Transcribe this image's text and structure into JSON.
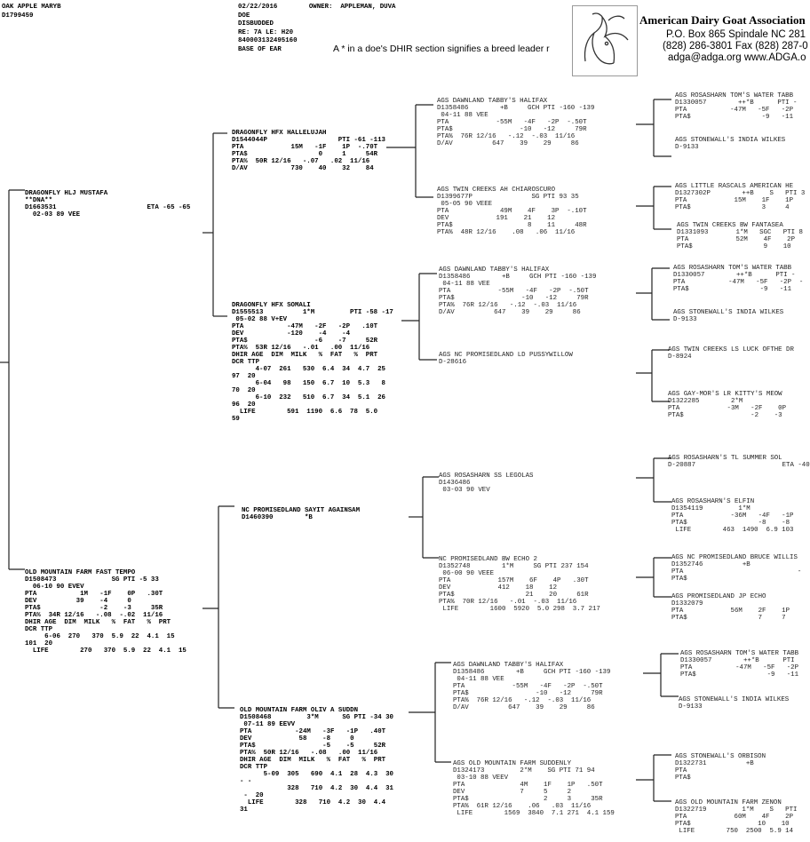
{
  "header": {
    "subject_name": "OAK APPLE MARYB",
    "subject_id": "D1799459",
    "date": "02/22/2016",
    "owner_label": "OWNER:",
    "owner_name": "APPLEMAN, DUVA",
    "sex": "DOE",
    "status": "DISBUDDED",
    "tattoo": "RE: 7A LE: H20",
    "microchip": "840003132495160",
    "chip_location": "BASE OF EAR",
    "breed_leader_note": "A * in a doe's  DHIR section  signifies a breed leader r"
  },
  "association": {
    "name": "American Dairy Goat Association",
    "address_line": "P.O. Box 865    Spindale NC 281",
    "phone_line": "(828) 286-3801   Fax (828) 287-0",
    "web_line": "adga@adga.org   www.ADGA.o"
  },
  "pedigree": {
    "sire": "DRAGONFLY HLJ MUSTAFA\n**DNA**\nD1663531                       ETA -65 -65\n  02-03 89 VEE",
    "dam": "OLD MOUNTAIN FARM FAST TEMPO\nD1508473              SG PTI -5 33\n  06-10 90 EVEV\nPTA           1M   -1F    0P   .30T\nDEV          39    -4     0\nPTA$               -2    -3     35R\nPTA%  34R 12/16   -.08  -.02  11/16\nDHIR AGE  DIM  MILK   %  FAT   %  PRT\nDCR TTP\n     6-06  270   370  5.9  22  4.1  15\n101  20\n  LIFE        270   370  5.9  22  4.1  15",
    "ss": "DRAGONFLY HFX HALLELUJAH\nD1544044P                  PTI -61 -113\nPTA            15M   -1F    1P  -.70T\nPTA$                  0     1     54R\nPTA%  50R 12/16   -.07   .02  11/16\nD/AV           730    40    32    84",
    "sd": "DRAGONFLY HFX SOMALI\nD1555513          1*M         PTI -58 -17\n 05-02 88 V+EV\nPTA           -47M   -2F   -2P   .10T\nDEV           -120    -4    -4\nPTA$                 -6    -7     52R\nPTA%  53R 12/16   -.01   .00  11/16\nDHIR AGE  DIM  MILK   %  FAT   %  PRT\nDCR TTP\n      4-07  261   530  6.4  34  4.7  25\n97  20\n      6-04   98   150  6.7  10  5.3   8\n70  20\n      6-10  232   510  6.7  34  5.1  26\n96  20\n  LIFE        591  1190  6.6  78  5.0\n59",
    "ds": "NC PROMISEDLAND SAYIT AGAINSAM\nD1460390        *B",
    "dd": "OLD MOUNTAIN FARM OLIV A SUDDN\nD1508468         3*M      SG PTI -34 30\n 07-11 89 EEVV\nPTA           -24M   -3F   -1P   .40T\nDEV            58    -8     0\nPTA$                 -5    -5     52R\nPTA%  50R 12/16   -.08   .00  11/16\nDHIR AGE  DIM  MILK   %  FAT   %  PRT\nDCR TTP\n      5-09  305   690  4.1  28  4.3  30\n- -\n            328   710  4.2  30  4.4  31\n -  20\n  LIFE        328   710  4.2  30  4.4\n31",
    "sss": "AGS DAWNLAND TABBY'S HALIFAX\nD1358486        +B     GCH PTI -160 -139\n 04-11 88 VEE\nPTA            -55M   -4F   -2P  -.50T\nPTA$                 -10   -12     79R\nPTA%  76R 12/16   -.12  -.03  11/16\nD/AV          647    39    29     86",
    "ssd": "AGS TWIN CREEKS AH CHIAROSCURO\nD1399677P               SG PTI 93 35\n 05-05 90 VEEE\nPTA             49M    4F    3P  -.10T\nDEV            191    21    12\nPTA$                   8    11     48R\nPTA%  48R 12/16    .08   .06  11/16",
    "sds": "AGS DAWNLAND TABBY'S HALIFAX\nD1358486        +B     GCH PTI -160 -139\n 04-11 88 VEE\nPTA            -55M   -4F   -2P  -.50T\nPTA$                 -10   -12     79R\nPTA%  76R 12/16   -.12  -.03  11/16\nD/AV          647    39    29     86",
    "sdd": "AGS NC PROMISEDLAND LD PUSSYWILLOW\nD-28616",
    "dss": "AGS ROSASHARN SS LEGOLAS\nD1436486\n 03-03 90 VEV",
    "dsd": "NC PROMISEDLAND BW ECHO 2\nD1352748        1*M     SG PTI 237 154\n 06-00 90 VEEE\nPTA            157M    6F    4P   .30T\nDEV            412    18    12\nPTA$                  21    20     61R\nPTA%  70R 12/16   -.01  -.03  11/16\n LIFE        1600  5920  5.0 298  3.7 217",
    "dds": "AGS DAWNLAND TABBY'S HALIFAX\nD1358486        +B     GCH PTI -160 -139\n 04-11 88 VEE\nPTA            -55M   -4F   -2P  -.50T\nPTA$                 -10   -12     79R\nPTA%  76R 12/16   -.12  -.03  11/16\nD/AV          647    39    29     86",
    "ddd": "AGS OLD MOUNTAIN FARM SUDDENLY\nD1324173         2*M    SG PTI 71 94\n 03-10 88 VEEV\nPTA              4M    1F    1P   .50T\nDEV              7     5     2\nPTA$                   2     3     35R\nPTA%  61R 12/16    .06   .03  11/16\n LIFE        1569  3840  7.1 271  4.1 159",
    "g4": [
      "AGS ROSASHARN TOM'S WATER TABB\nD1330057        ++*B      PTI -\nPTA           -47M   -5F   -2P\nPTA$                  -9   -11",
      "AGS STONEWALL'S INDIA WILKES\nD-9133",
      "AGS LITTLE RASCALS AMERICAN HE\nD1327302P        ++B    S   PTI 3\nPTA            15M    1F    1P\nPTA$                  3     4",
      "AGS TWIN CREEKS BW FANTASEA\nD1331093       1*M   SGC   PTI 8\nPTA            52M    4F    2P\nPTA$                  9    10",
      "AGS ROSASHARN TOM'S WATER TABB\nD1330057        ++*B      PTI -\nPTA           -47M   -5F   -2P  -\nPTA$                  -9   -11",
      "AGS STONEWALL'S INDIA WILKES\nD-9133",
      "AGS TWIN CREEKS LS LUCK OFTHE DR\nD-8924",
      "AGS GAY-MOR'S LR KITTY'S MEOW\nD1322285        2*M\nPTA            -3M   -2F    0P\nPTA$                 -2    -3",
      "AGS ROSASHARN'S TL SUMMER SOL\nD-20887                      ETA -40",
      "AGS ROSASHARN'S ELFIN\nD1354119         1*M\nPTA            -36M   -4F   -1P\nPTA$                  -8    -8\n LIFE        463  1490  6.9 103",
      "AGS NC PROMISEDLAND BRUCE WILLIS\nD1352746          +B\nPTA                             -\nPTA$",
      "AGS PROMISEDLAND JP ECHO\nD1332079\nPTA            56M    2F    1P\nPTA$                  7     7",
      "AGS ROSASHARN TOM'S WATER TABB\nD1330057        ++*B      PTI\nPTA           -47M   -5F   -2P\nPTA$                  -9   -11",
      "AGS STONEWALL'S INDIA WILKES\nD-9133",
      "AGS STONEWALL'S ORBISON\nD1322731          +B\nPTA\nPTA$",
      "AGS OLD MOUNTAIN FARM ZENON\nD1322719         1*M    S   PTI\nPTA            60M    4F    2P\nPTA$                 10    10\n LIFE        750  2500  5.9 14"
    ]
  }
}
